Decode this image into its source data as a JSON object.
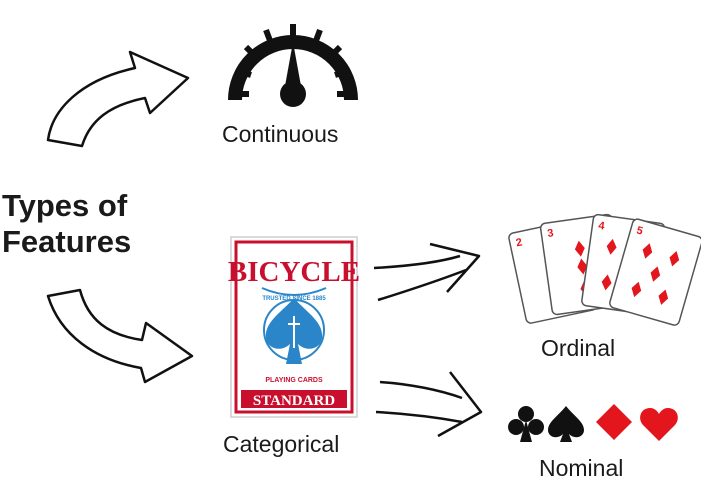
{
  "title": {
    "line1": "Types of",
    "line2": "Features"
  },
  "labels": {
    "continuous": "Continuous",
    "categorical": "Categorical",
    "ordinal": "Ordinal",
    "nominal": "Nominal"
  },
  "deck": {
    "brand": "BICYCLE",
    "trusted": "TRUSTED SINCE 1885",
    "playing_cards": "PLAYING CARDS",
    "standard": "STANDARD"
  },
  "cards": [
    {
      "rank": "2",
      "suit": "diamond"
    },
    {
      "rank": "3",
      "suit": "diamond"
    },
    {
      "rank": "4",
      "suit": "diamond"
    },
    {
      "rank": "5",
      "suit": "diamond"
    }
  ],
  "suits": [
    {
      "name": "club",
      "color": "#111111"
    },
    {
      "name": "spade",
      "color": "#111111"
    },
    {
      "name": "diamond",
      "color": "#e3161d"
    },
    {
      "name": "heart",
      "color": "#e3161d"
    }
  ],
  "colors": {
    "red": "#e3161d",
    "deck_red": "#c8102e",
    "blue": "#2a86c9",
    "ink": "#111111"
  }
}
